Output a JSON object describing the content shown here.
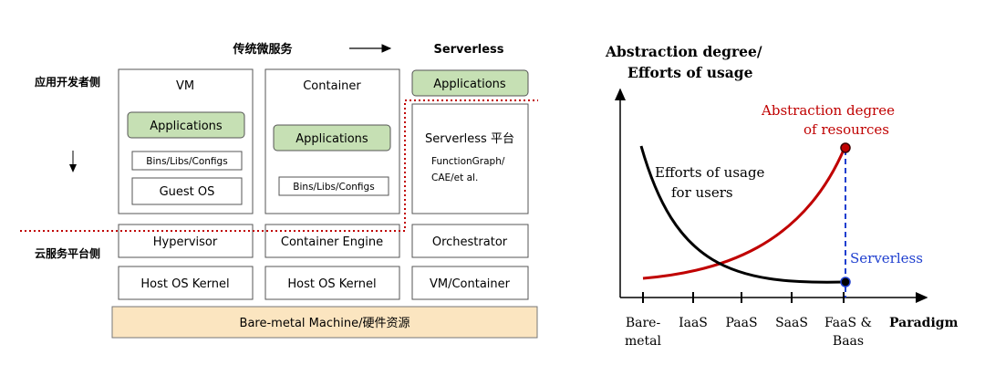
{
  "left": {
    "header_traditional": "传统微服务",
    "header_serverless": "Serverless",
    "role_developer": "应用开发者侧",
    "role_cloud": "云服务平台侧",
    "vm": {
      "title": "VM",
      "applications": "Applications",
      "bins": "Bins/Libs/Configs",
      "guest_os": "Guest OS",
      "hypervisor": "Hypervisor",
      "host_kernel": "Host OS Kernel"
    },
    "container": {
      "title": "Container",
      "applications": "Applications",
      "bins": "Bins/Libs/Configs",
      "engine": "Container Engine",
      "host_kernel": "Host OS Kernel"
    },
    "serverless": {
      "applications": "Applications",
      "platform": "Serverless 平台",
      "platform_line2": "FunctionGraph/",
      "platform_line3": "CAE/et al.",
      "orchestrator": "Orchestrator",
      "vm_container": "VM/Container"
    },
    "bare_metal": "Bare-metal Machine/硬件资源"
  },
  "right": {
    "ylabel_line1": "Abstraction degree/",
    "ylabel_line2": "Efforts of usage",
    "abstraction_label_line1": "Abstraction degree",
    "abstraction_label_line2": "of resources",
    "efforts_label_line1": "Efforts of usage",
    "efforts_label_line2": "for users",
    "serverless_marker": "Serverless",
    "xlabel": "Paradigm",
    "ticks": [
      {
        "line1": "Bare-",
        "line2": "metal"
      },
      {
        "line1": "IaaS",
        "line2": ""
      },
      {
        "line1": "PaaS",
        "line2": ""
      },
      {
        "line1": "SaaS",
        "line2": ""
      },
      {
        "line1": "FaaS &",
        "line2": "Baas"
      }
    ],
    "colors": {
      "abstraction": "#c00000",
      "efforts": "#000000",
      "serverless": "#1f3fcf"
    }
  }
}
